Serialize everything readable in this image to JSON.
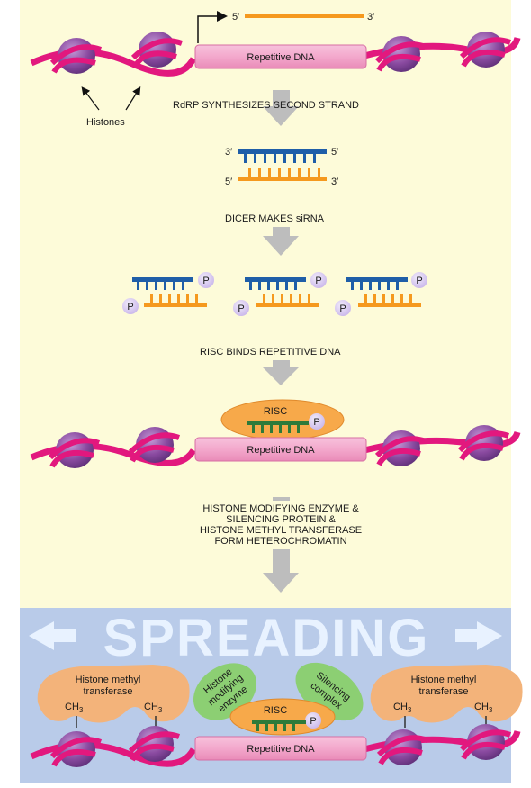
{
  "colors": {
    "background": "#fdfbd9",
    "spreading_panel": "#b9cbe9",
    "dna_pink": "#e2187e",
    "histone_purple": "#8a4aa0",
    "rna_orange": "#f5991e",
    "rna_blue": "#1f5ea8",
    "risc_orange": "#f7a94a",
    "green_complex": "#8ccf73",
    "methyl_orange": "#f3b37a",
    "arrow_gray": "#bdbdbd",
    "phosphate": "#d9ccf0"
  },
  "labels": {
    "top_five_prime": "5′",
    "top_three_prime": "3′",
    "histones": "Histones",
    "repetitive_dna": "Repetitive DNA",
    "step1": "RdRP SYNTHESIZES SECOND STRAND",
    "ds_top_left": "3′",
    "ds_top_right": "5′",
    "ds_bottom_left": "5′",
    "ds_bottom_right": "3′",
    "step2": "DICER MAKES siRNA",
    "phosphate": "P",
    "step3": "RISC BINDS REPETITIVE DNA",
    "risc": "RISC",
    "step4_line1": "HISTONE MODIFYING ENZYME &",
    "step4_line2": "SILENCING PROTEIN &",
    "step4_line3": "HISTONE METHYL TRANSFERASE",
    "step4_line4": "FORM HETEROCHROMATIN",
    "spreading": "SPREADING",
    "hmt_line1": "Histone methyl",
    "hmt_line2": "transferase",
    "ch3": "CH",
    "ch3_sub": "3",
    "hme_line1": "Histone",
    "hme_line2": "modifying",
    "hme_line3": "enzyme",
    "silencing_line1": "Silencing",
    "silencing_line2": "complex"
  }
}
